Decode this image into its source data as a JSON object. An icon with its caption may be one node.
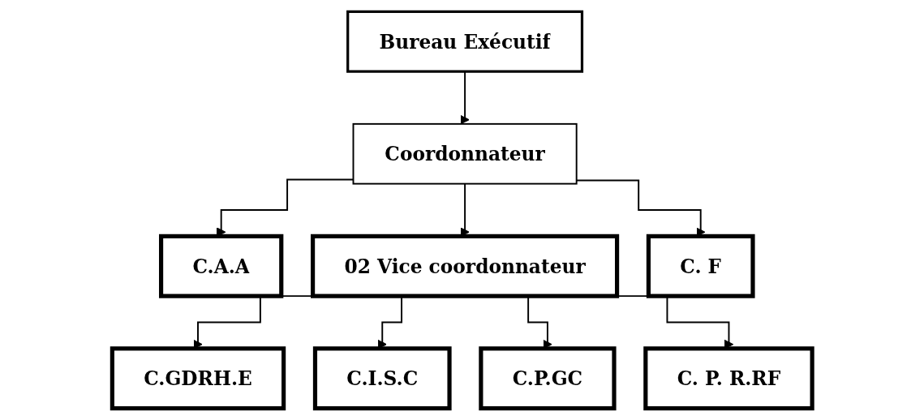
{
  "diagram": {
    "nodes": [
      {
        "text": [
          "Bureau Exécutif"
        ]
      },
      {
        "text": [
          "Coordonnateur"
        ]
      },
      {
        "text": [
          "C.A.A"
        ]
      },
      {
        "text": [
          "02 Vice coordonnateur"
        ]
      },
      {
        "text": [
          "C. F"
        ]
      },
      {
        "text": [
          "C.GDRH.E"
        ]
      },
      {
        "text": [
          "C.I.S.C"
        ]
      },
      {
        "text": [
          "C.P.GC"
        ]
      },
      {
        "text": [
          "C. P. R.RF"
        ]
      }
    ],
    "edges": [
      {
        "from": 0,
        "to": 1,
        "arrow": "to"
      },
      {
        "from": 1,
        "to": 2,
        "arrow": "to"
      },
      {
        "from": 1,
        "to": 3,
        "arrow": "to"
      },
      {
        "from": 1,
        "to": 4,
        "arrow": "to"
      },
      {
        "from": 3,
        "to": 5,
        "arrow": "to"
      },
      {
        "from": 3,
        "to": 6,
        "arrow": "to"
      },
      {
        "from": 3,
        "to": 7,
        "arrow": "to"
      },
      {
        "from": 3,
        "to": 8,
        "arrow": "to"
      }
    ]
  }
}
